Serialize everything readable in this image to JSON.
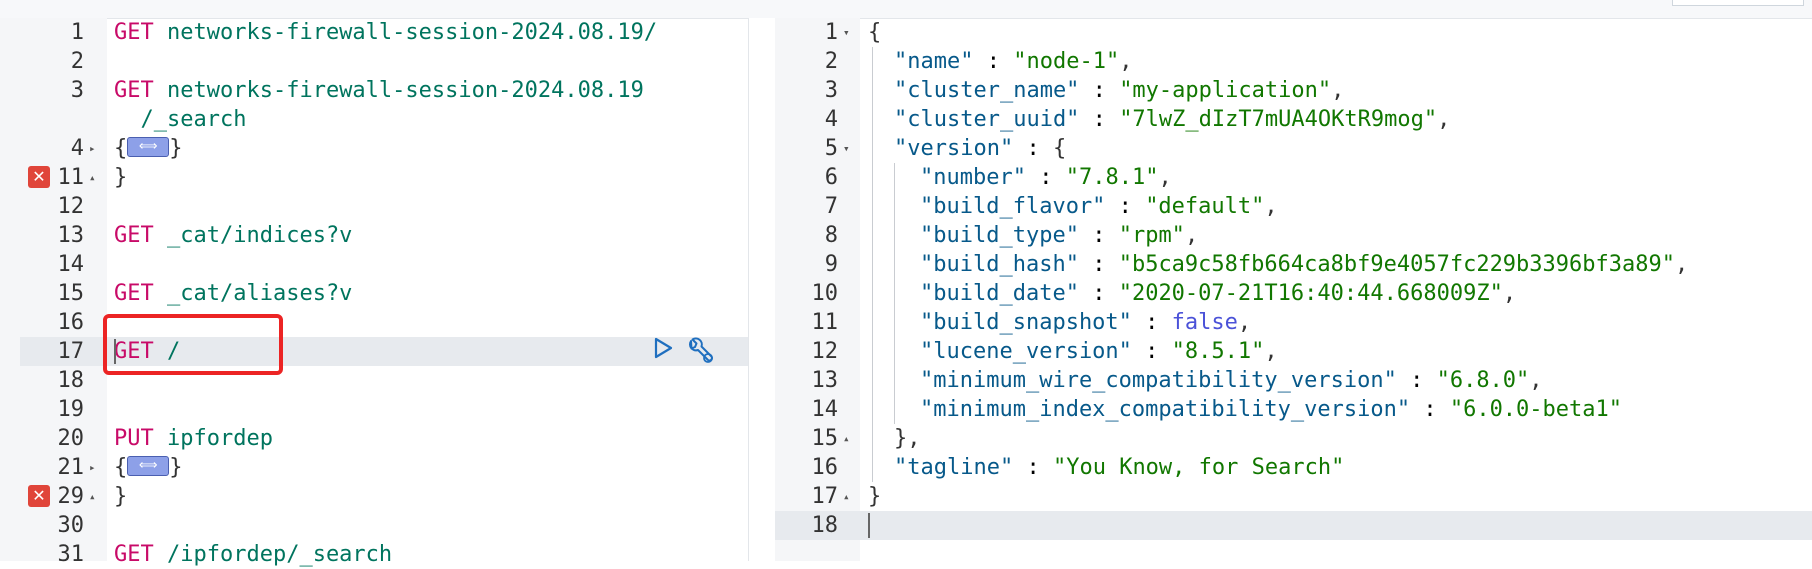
{
  "request_editor": {
    "lines": [
      {
        "num": "1",
        "method": "GET",
        "path": "networks-firewall-session-2024.08.19/"
      },
      {
        "num": "2"
      },
      {
        "num": "3",
        "method": "GET",
        "path": "networks-firewall-session-2024.08.19"
      },
      {
        "num": "",
        "cont": "/_search"
      },
      {
        "num": "4",
        "fold": "▸",
        "brace": "{",
        "collapsed": "⟺",
        "brace_close": "}"
      },
      {
        "num": "11",
        "fold": "▴",
        "error": "✕",
        "brace": "}"
      },
      {
        "num": "12"
      },
      {
        "num": "13",
        "method": "GET",
        "path": "_cat/indices?v"
      },
      {
        "num": "14"
      },
      {
        "num": "15",
        "method": "GET",
        "path": "_cat/aliases?v"
      },
      {
        "num": "16"
      },
      {
        "num": "17",
        "method": "GET",
        "path": "/",
        "active": true
      },
      {
        "num": "18"
      },
      {
        "num": "19"
      },
      {
        "num": "20",
        "method": "PUT",
        "path": "ipfordep"
      },
      {
        "num": "21",
        "fold": "▸",
        "brace": "{",
        "collapsed": "⟺",
        "brace_close": "}"
      },
      {
        "num": "29",
        "fold": "▴",
        "error": "✕",
        "brace": "}"
      },
      {
        "num": "30"
      },
      {
        "num": "31",
        "method": "GET",
        "path": "/ipfordep/_search"
      }
    ],
    "actions": {
      "run_icon": "play-icon",
      "settings_icon": "wrench-icon"
    }
  },
  "response_viewer": {
    "lines": [
      {
        "num": "1",
        "fold": "▾",
        "text": "{"
      },
      {
        "num": "2",
        "key": "\"name\"",
        "val": "\"node-1\"",
        "tail": ","
      },
      {
        "num": "3",
        "key": "\"cluster_name\"",
        "val": "\"my-application\"",
        "tail": ","
      },
      {
        "num": "4",
        "key": "\"cluster_uuid\"",
        "val": "\"7lwZ_dIzT7mUA4OKtR9mog\"",
        "tail": ","
      },
      {
        "num": "5",
        "fold": "▾",
        "key": "\"version\"",
        "val": "{",
        "vtype": "punc"
      },
      {
        "num": "6",
        "key": "\"number\"",
        "val": "\"7.8.1\"",
        "tail": ","
      },
      {
        "num": "7",
        "key": "\"build_flavor\"",
        "val": "\"default\"",
        "tail": ","
      },
      {
        "num": "8",
        "key": "\"build_type\"",
        "val": "\"rpm\"",
        "tail": ","
      },
      {
        "num": "9",
        "key": "\"build_hash\"",
        "val": "\"b5ca9c58fb664ca8bf9e4057fc229b3396bf3a89\"",
        "tail": ","
      },
      {
        "num": "10",
        "key": "\"build_date\"",
        "val": "\"2020-07-21T16:40:44.668009Z\"",
        "tail": ","
      },
      {
        "num": "11",
        "key": "\"build_snapshot\"",
        "val": "false",
        "vtype": "bool",
        "tail": ","
      },
      {
        "num": "12",
        "key": "\"lucene_version\"",
        "val": "\"8.5.1\"",
        "tail": ","
      },
      {
        "num": "13",
        "key": "\"minimum_wire_compatibility_version\"",
        "val": "\"6.8.0\"",
        "tail": ","
      },
      {
        "num": "14",
        "key": "\"minimum_index_compatibility_version\"",
        "val": "\"6.0.0-beta1\""
      },
      {
        "num": "15",
        "fold": "▴",
        "text": "},"
      },
      {
        "num": "16",
        "key": "\"tagline\"",
        "val": "\"You Know, for Search\""
      },
      {
        "num": "17",
        "fold": "▴",
        "text": "}"
      },
      {
        "num": "18",
        "active": true
      }
    ]
  },
  "colors": {
    "method": "#c80a68",
    "path": "#00745e",
    "key": "#07598a",
    "string": "#117700",
    "boolean": "#4b52d8",
    "highlight_box": "#ec2424",
    "error_badge": "#e0453a"
  }
}
